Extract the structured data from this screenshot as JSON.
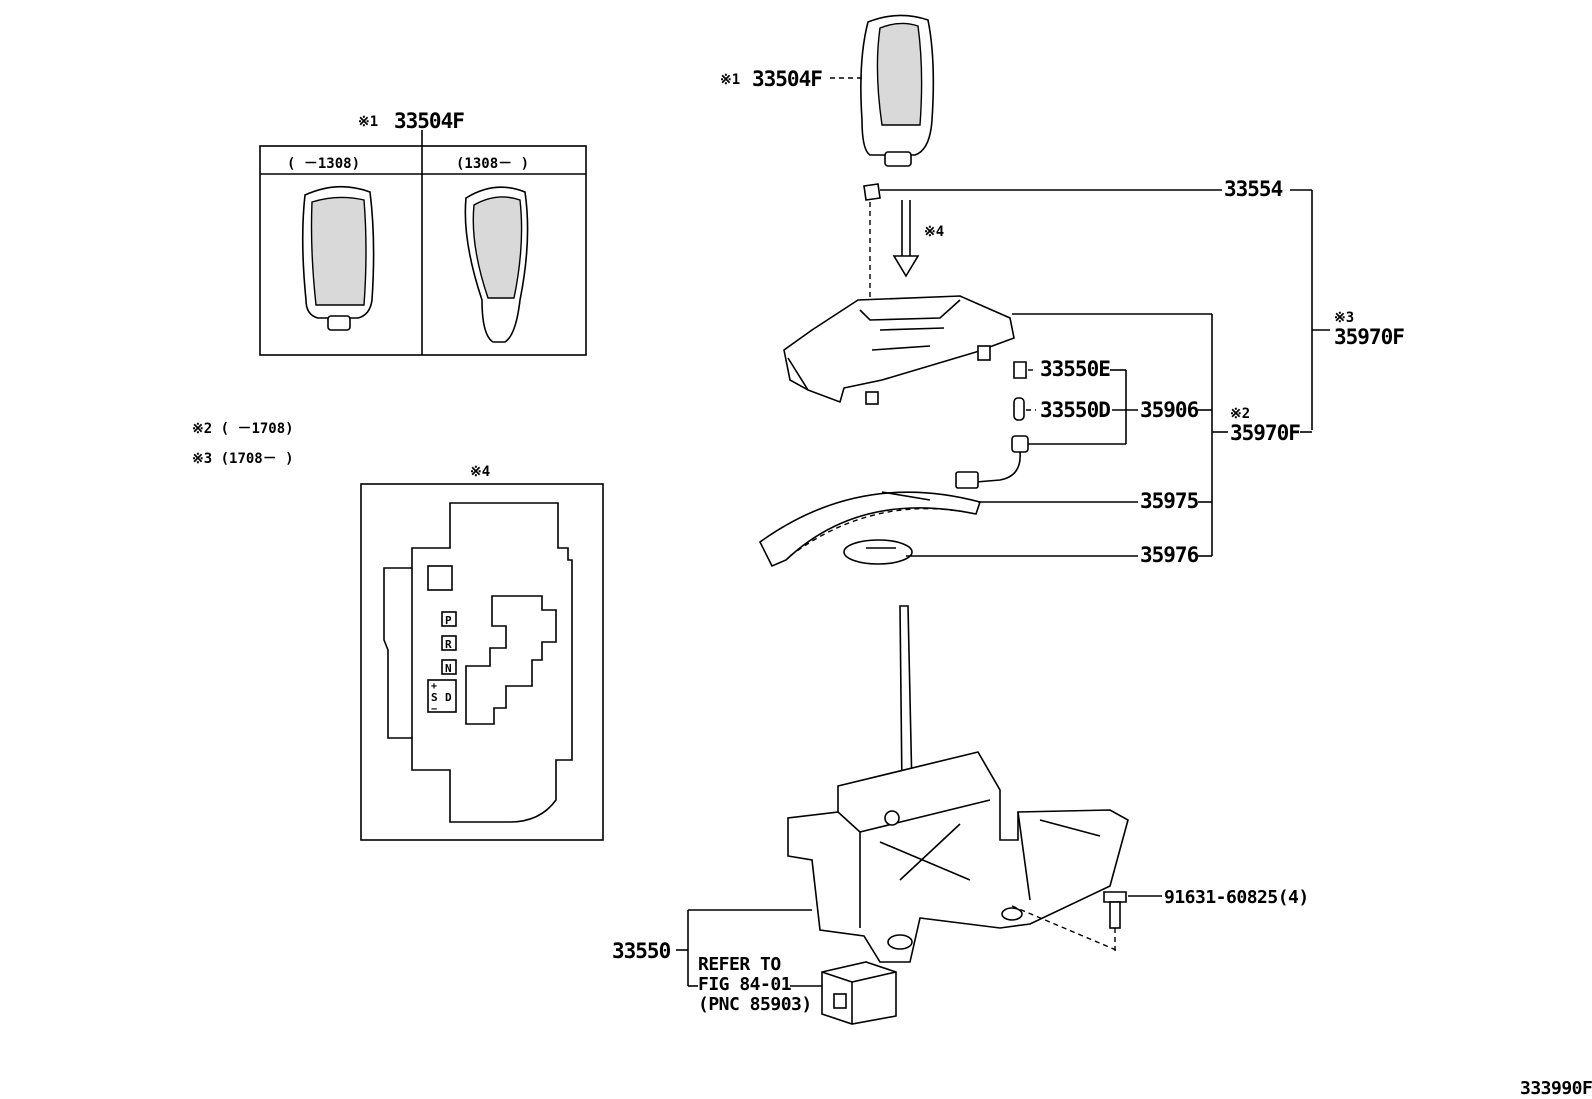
{
  "labels": {
    "knob_top": "33504F",
    "knob_top_ref": "※1",
    "knob_box": "33504F",
    "knob_box_ref": "※1",
    "box_col_left": "(    －1308)",
    "box_col_right": "(1308－    )",
    "note2": "※2 (      －1708)",
    "note3": "※3 (1708－      )",
    "detail4_title": "※4",
    "arrow4": "※4",
    "p33554": "33554",
    "p35970F_3_ref": "※3",
    "p35970F_3": "35970F",
    "p33550E": "33550E",
    "p33550D": "33550D",
    "p35906": "35906",
    "p35970F_2_ref": "※2",
    "p35970F_2": "35970F",
    "p35975": "35975",
    "p35976": "35976",
    "p91631": "91631-60825(4)",
    "p33550": "33550",
    "refer1": "REFER TO",
    "refer2": "FIG 84-01",
    "refer3": "(PNC 85903)",
    "fig_code": "333990F"
  },
  "gate_letters": {
    "p": "P",
    "r": "R",
    "n": "N",
    "plus": "+",
    "s": "S",
    "d": "D",
    "minus": "−"
  }
}
